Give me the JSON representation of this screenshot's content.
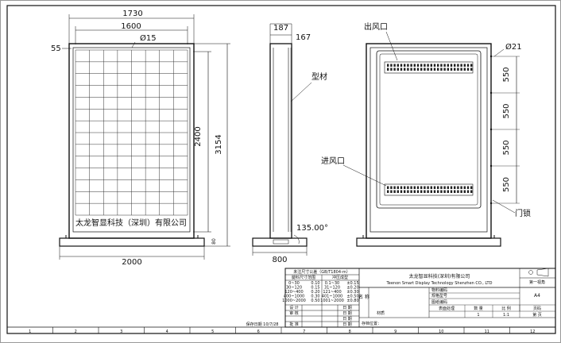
{
  "front": {
    "dim_total_width": "1730",
    "dim_inner_width": "1600",
    "dim_hole": "Ø15",
    "dim_margin": "55",
    "dim_panel_height": "2400",
    "dim_total_height": "3154",
    "dim_base_width": "2000",
    "dim_base_height": "80",
    "company_text": "太龙智显科技（深圳）有限公司"
  },
  "side": {
    "dim_depth_top": "187",
    "dim_depth_inner": "167",
    "label_profile": "型材",
    "dim_angle": "135.00°",
    "dim_base_depth": "800"
  },
  "back": {
    "label_outlet": "出风口",
    "label_inlet": "进风口",
    "label_lock": "门锁",
    "dim_hole": "Ø21",
    "dim_spacing": [
      "550",
      "550",
      "550",
      "550"
    ]
  },
  "title_block": {
    "tol_title": "未注尺寸公差（GB/T1804-m）",
    "tol_head_a": "腿科尺寸范围",
    "tol_head_b": "冲压成型",
    "tol_rows": [
      [
        "0~30",
        "0.10",
        "0.1~30",
        "±0.15"
      ],
      [
        "30~120",
        "0.15",
        "31~120",
        "±0.20"
      ],
      [
        "120~400",
        "0.20",
        "121~400",
        "±0.30"
      ],
      [
        "400~1000",
        "0.30",
        "401~1000",
        "±0.50"
      ],
      [
        "1000~2000",
        "0.50",
        "1001~2000",
        "±0.80"
      ]
    ],
    "sig_labels": [
      "设 计",
      "审 核",
      "批 准"
    ],
    "date_label": "日 期",
    "save_date_label": "保存日期 10/7/28",
    "name_label": "名 称",
    "material_label": "材质",
    "storage_label": "存档位置：",
    "company_cn": "太龙智显科技(深圳)有限公司",
    "company_en": "Teenon Smart Display Technology Shenzhen  CO., LTD",
    "field_material_code": "物料编码",
    "field_spec_code": "规格型号",
    "field_drawing_code": "图纸编码",
    "surface_label": "表面处理",
    "qty_label": "数 量",
    "qty_value": "1",
    "scale_label": "比 例",
    "scale_value": "1:1",
    "page_label": "页码",
    "sheet_value": "第 页",
    "projection_label": "第一视角",
    "paper_size": "A4"
  },
  "border_zones": [
    "1",
    "2",
    "3",
    "4",
    "5",
    "6",
    "7",
    "8",
    "9",
    "10",
    "11",
    "12"
  ]
}
